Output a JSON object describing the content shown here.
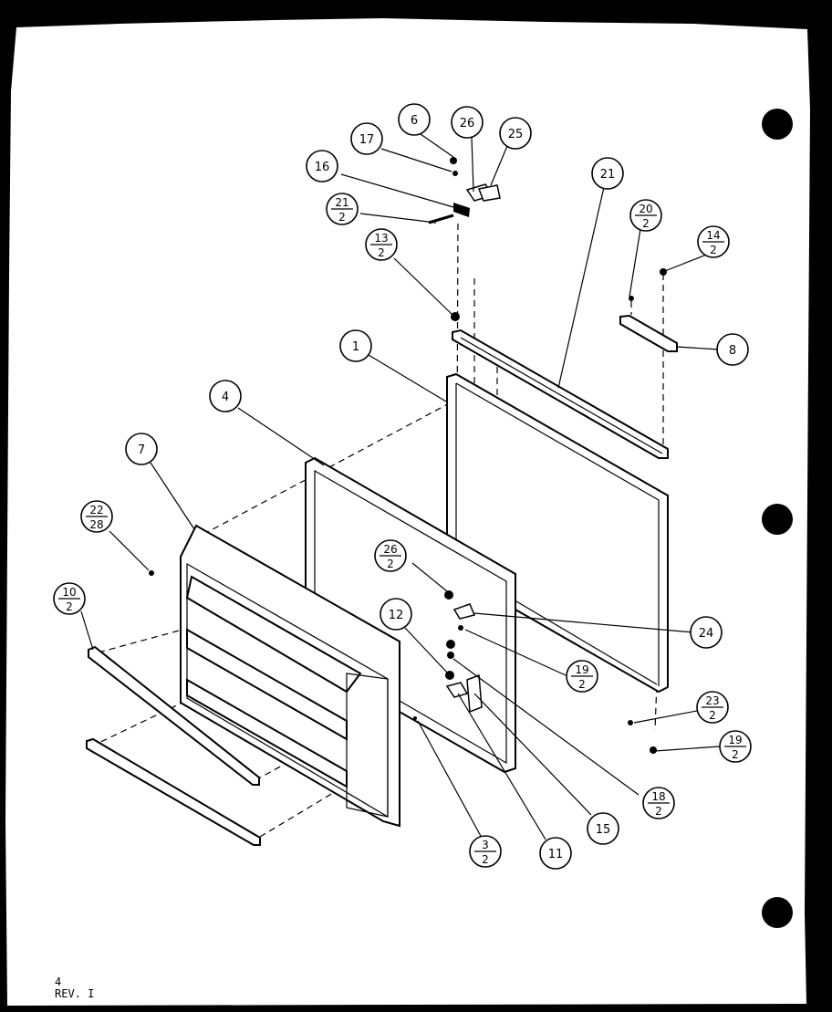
{
  "callouts": [
    {
      "id": "c-6",
      "num": "6",
      "den": null
    },
    {
      "id": "c-26a",
      "num": "26",
      "den": null
    },
    {
      "id": "c-25",
      "num": "25",
      "den": null
    },
    {
      "id": "c-17",
      "num": "17",
      "den": null
    },
    {
      "id": "c-16",
      "num": "16",
      "den": null
    },
    {
      "id": "c-21-2",
      "num": "21",
      "den": "2"
    },
    {
      "id": "c-13-2",
      "num": "13",
      "den": "2"
    },
    {
      "id": "c-21",
      "num": "21",
      "den": null
    },
    {
      "id": "c-20-2",
      "num": "20",
      "den": "2"
    },
    {
      "id": "c-14-2",
      "num": "14",
      "den": "2"
    },
    {
      "id": "c-8",
      "num": "8",
      "den": null
    },
    {
      "id": "c-1",
      "num": "1",
      "den": null
    },
    {
      "id": "c-4",
      "num": "4",
      "den": null
    },
    {
      "id": "c-7",
      "num": "7",
      "den": null
    },
    {
      "id": "c-22-28",
      "num": "22",
      "den": "28"
    },
    {
      "id": "c-10-2",
      "num": "10",
      "den": "2"
    },
    {
      "id": "c-26-2",
      "num": "26",
      "den": "2"
    },
    {
      "id": "c-12",
      "num": "12",
      "den": null
    },
    {
      "id": "c-24",
      "num": "24",
      "den": null
    },
    {
      "id": "c-19-2a",
      "num": "19",
      "den": "2"
    },
    {
      "id": "c-23-2",
      "num": "23",
      "den": "2"
    },
    {
      "id": "c-19-2b",
      "num": "19",
      "den": "2"
    },
    {
      "id": "c-18-2",
      "num": "18",
      "den": "2"
    },
    {
      "id": "c-15",
      "num": "15",
      "den": null
    },
    {
      "id": "c-11",
      "num": "11",
      "den": null
    },
    {
      "id": "c-3-2",
      "num": "3",
      "den": "2"
    }
  ],
  "footer": {
    "page": "4",
    "revision": "REV. I"
  }
}
